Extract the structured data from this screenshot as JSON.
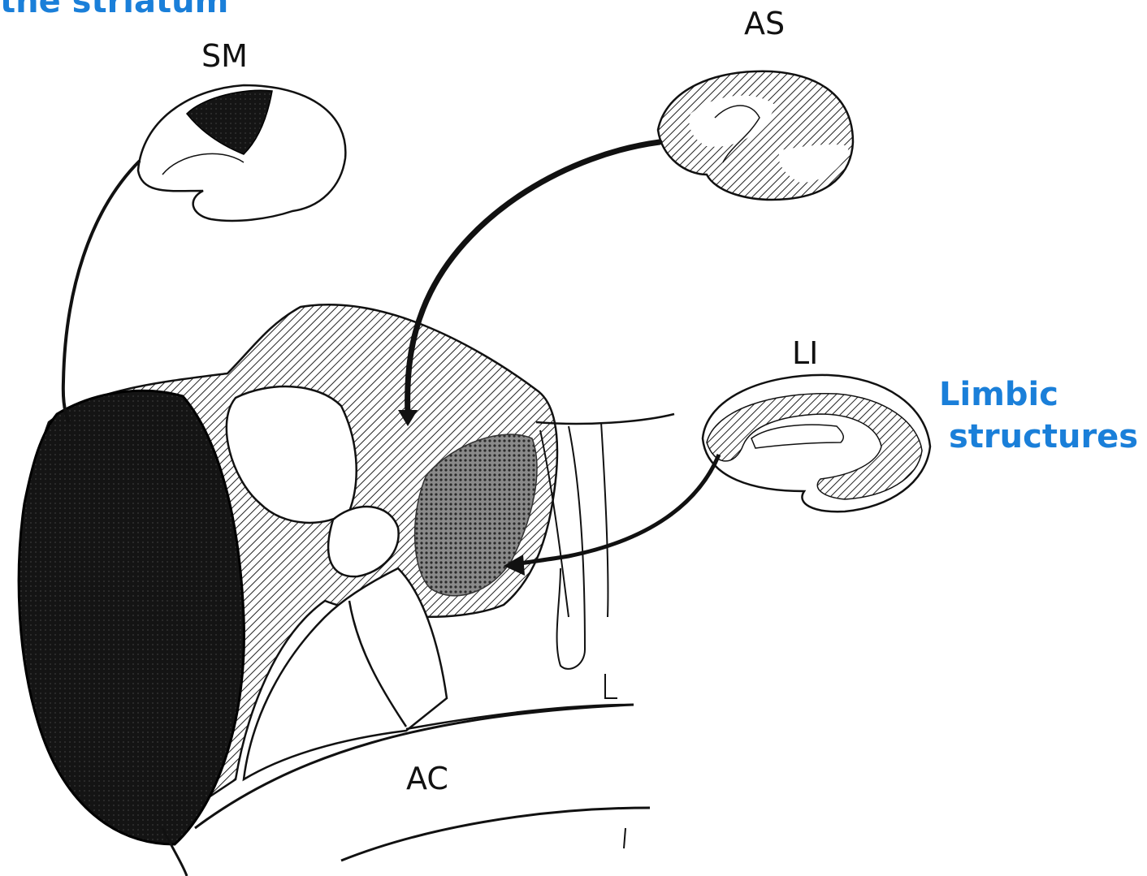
{
  "header": {
    "title": "the striatum"
  },
  "annotations": {
    "limbic_line1": "Limbic",
    "limbic_line2": "structures"
  },
  "labels": {
    "sm": "SM",
    "as": "AS",
    "li": "LI",
    "ac": "AC"
  },
  "colors": {
    "label_blue": "#1a7fd9",
    "ink": "#111111",
    "hatch_fill": "#bdbdbd",
    "dark_region": "#151515",
    "crosshatch": "#6e6e6e"
  },
  "icons": {
    "arrows": [
      "sm-projection-arrow",
      "as-projection-arrow",
      "li-projection-arrow"
    ]
  }
}
